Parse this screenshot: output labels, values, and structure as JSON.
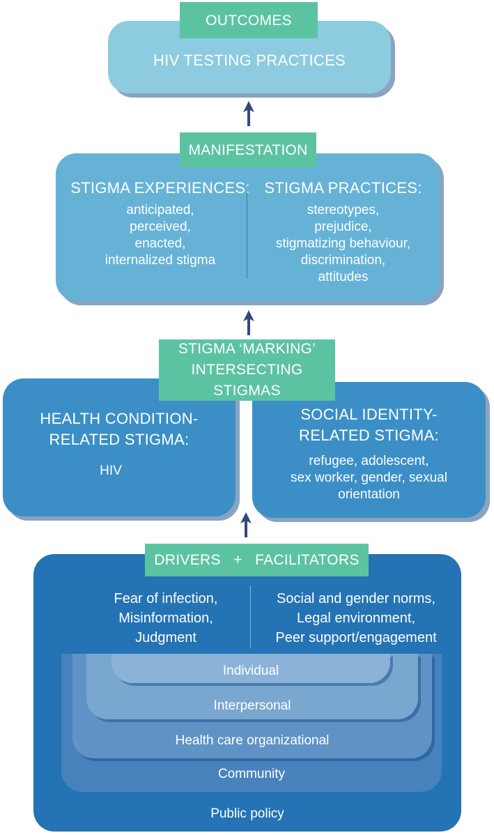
{
  "outcomes": {
    "tag": "OUTCOMES",
    "title": "HIV TESTING PRACTICES"
  },
  "manifestation": {
    "tag": "MANIFESTATION",
    "left": {
      "heading": "STIGMA EXPERIENCES:",
      "items": [
        "anticipated,",
        "perceived,",
        "enacted,",
        "internalized stigma"
      ]
    },
    "right": {
      "heading": "STIGMA PRACTICES:",
      "items": [
        "stereotypes,",
        "prejudice,",
        "stigmatizing behaviour,",
        "discrimination,",
        "attitudes"
      ]
    }
  },
  "marking": {
    "tag_line1": "STIGMA ‘MARKING’",
    "tag_line2": "INTERSECTING STIGMAS",
    "left": {
      "heading_line1": "HEALTH CONDITION-",
      "heading_line2": "RELATED STIGMA:",
      "items": [
        "HIV"
      ]
    },
    "right": {
      "heading_line1": "SOCIAL IDENTITY-",
      "heading_line2": "RELATED  STIGMA:",
      "items": [
        "refugee, adolescent,",
        "sex worker, gender, sexual",
        "orientation"
      ]
    }
  },
  "drivers": {
    "tag": "DRIVERS   +   FACILITATORS",
    "left_items": [
      "Fear of infection,",
      "Misinformation,",
      "Judgment"
    ],
    "right_items": [
      "Social and gender norms,",
      "Legal environment,",
      "Peer support/engagement"
    ],
    "levels": [
      "Individual",
      "Interpersonal",
      "Health care organizational",
      "Community",
      "Public policy"
    ]
  },
  "colors": {
    "outcomes_box": "#8ccbe0",
    "manifestation_box": "#66b2d6",
    "marking_box": "#3b8fc6",
    "drivers_box": "#2473b4",
    "tag": "#5cc3a2",
    "arrow": "#34497a"
  },
  "icons": [
    "arrow-up-icon"
  ]
}
